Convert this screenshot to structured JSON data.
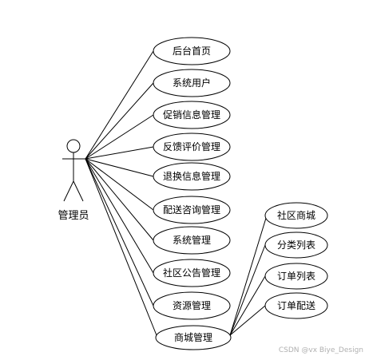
{
  "actor": {
    "label": "管理员"
  },
  "use_cases": [
    {
      "id": "uc1",
      "label": "后台首页"
    },
    {
      "id": "uc2",
      "label": "系统用户"
    },
    {
      "id": "uc3",
      "label": "促销信息管理"
    },
    {
      "id": "uc4",
      "label": "反馈评价管理"
    },
    {
      "id": "uc5",
      "label": "退换信息管理"
    },
    {
      "id": "uc6",
      "label": "配送咨询管理"
    },
    {
      "id": "uc7",
      "label": "系统管理"
    },
    {
      "id": "uc8",
      "label": "社区公告管理"
    },
    {
      "id": "uc9",
      "label": "资源管理"
    },
    {
      "id": "uc10",
      "label": "商城管理"
    }
  ],
  "sub_use_cases": [
    {
      "id": "s1",
      "label": "社区商城"
    },
    {
      "id": "s2",
      "label": "分类列表"
    },
    {
      "id": "s3",
      "label": "订单列表"
    },
    {
      "id": "s4",
      "label": "订单配送"
    }
  ],
  "watermark": "CSDN @vx Biye_Design",
  "colors": {
    "stroke": "#000000",
    "background": "#ffffff",
    "watermark": "#b0b0b0"
  }
}
